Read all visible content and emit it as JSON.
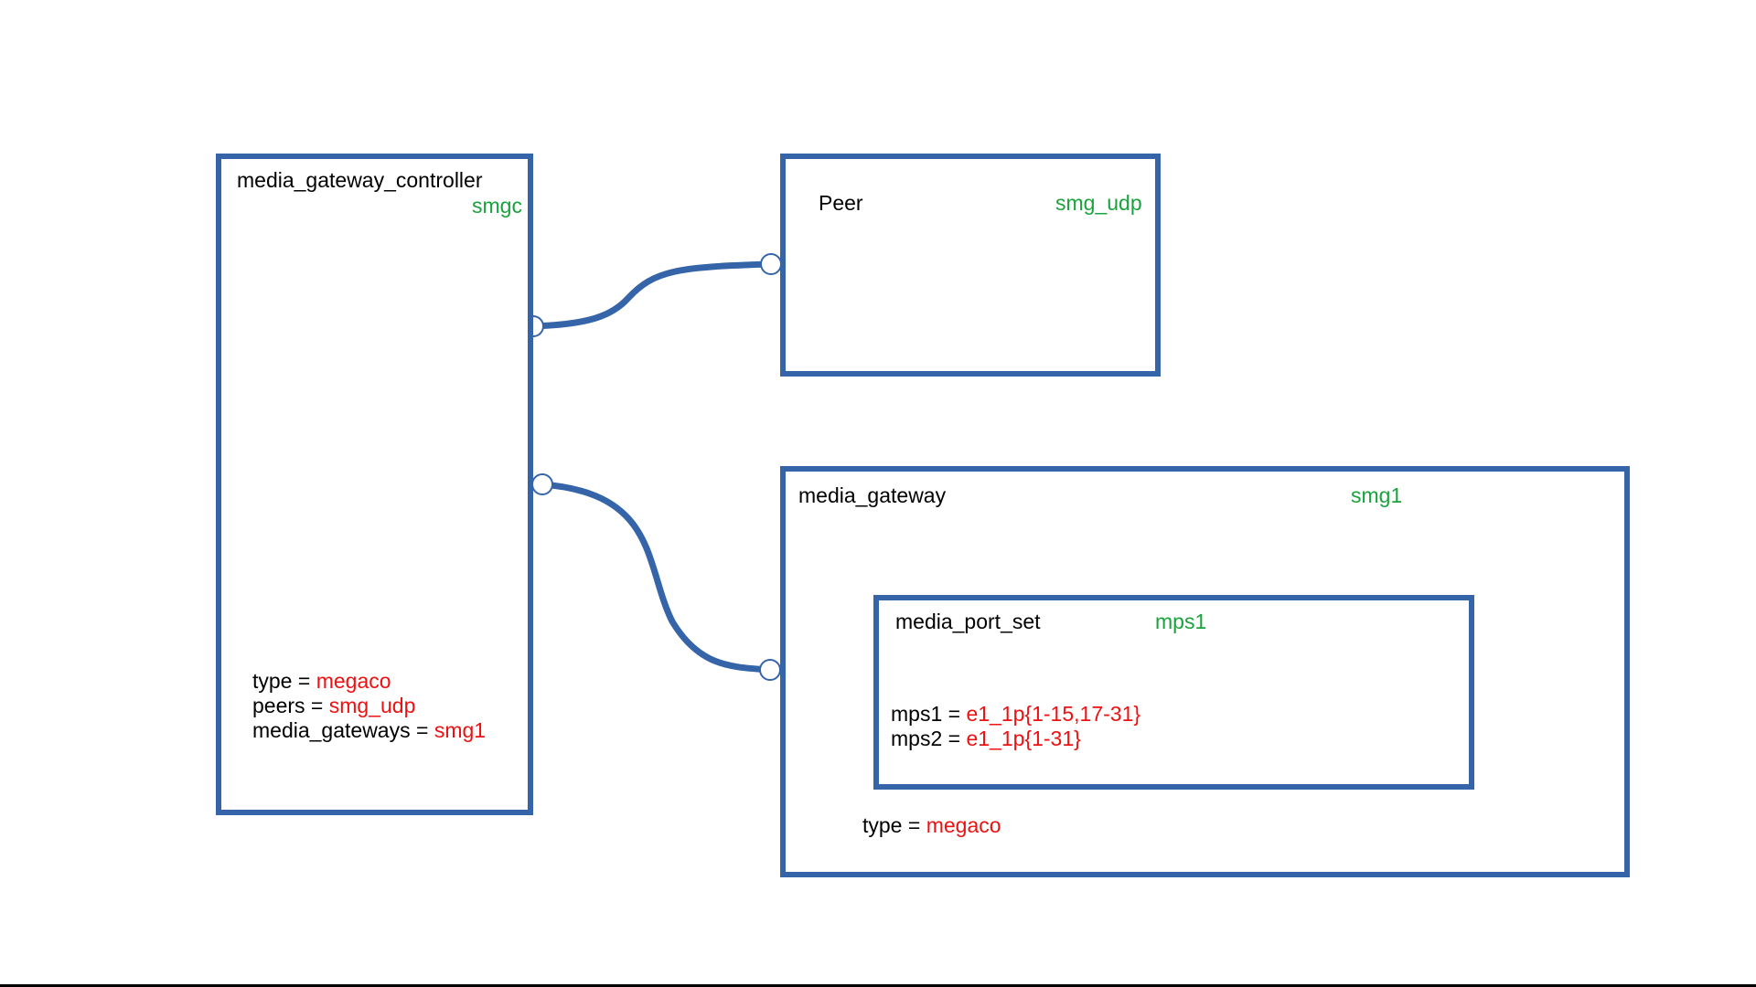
{
  "colors": {
    "box_border": "#3565a8",
    "tag": "#1aa33c",
    "value": "#ee1111"
  },
  "controller": {
    "title": "media_gateway_controller",
    "tag": "smgc",
    "props": [
      {
        "key": "type",
        "eq": " = ",
        "value": "megaco"
      },
      {
        "key": "peers",
        "eq": " = ",
        "value": "smg_udp"
      },
      {
        "key": "media_gateways",
        "eq": " = ",
        "value": "smg1"
      }
    ]
  },
  "peer": {
    "title": "Peer",
    "tag": "smg_udp"
  },
  "gateway": {
    "title": "media_gateway",
    "tag": "smg1",
    "props": [
      {
        "key": "type",
        "eq": " = ",
        "value": "megaco"
      }
    ],
    "port_set": {
      "title": "media_port_set",
      "tag": "mps1",
      "props": [
        {
          "key": "mps1",
          "eq": " = ",
          "value": "e1_1p{1-15,17-31}"
        },
        {
          "key": "mps2",
          "eq": " = ",
          "value": "e1_1p{1-31}"
        }
      ]
    }
  }
}
